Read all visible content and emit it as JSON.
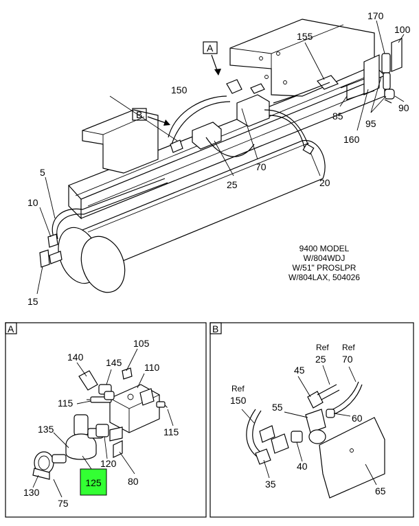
{
  "callouts_main": {
    "c170": "170",
    "c100": "100",
    "c155": "155",
    "cA": "A",
    "c150": "150",
    "cB": "B",
    "c85": "85",
    "c90": "90",
    "c95": "95",
    "c160": "160",
    "c70": "70",
    "c25": "25",
    "c20": "20",
    "c5": "5",
    "c10": "10",
    "c15": "15"
  },
  "model_note": [
    "9400 MODEL",
    "W/804WDJ",
    "W/51\" PROSLPR",
    "W/804LAX, 504026"
  ],
  "panel_a": {
    "label": "A",
    "callouts": {
      "c140": "140",
      "c145": "145",
      "c105": "105",
      "c110": "110",
      "c115a": "115",
      "c115b": "115",
      "c135": "135",
      "c120": "120",
      "c130": "130",
      "c75": "75",
      "c80": "80"
    },
    "highlight": {
      "label": "125",
      "color": "#33ff33"
    }
  },
  "panel_b": {
    "label": "B",
    "callouts": {
      "ref25": "Ref",
      "c25": "25",
      "ref70": "Ref",
      "c70": "70",
      "c45": "45",
      "ref150": "Ref",
      "c150": "150",
      "c55": "55",
      "c60": "60",
      "c40": "40",
      "c35": "35",
      "c65": "65"
    }
  }
}
